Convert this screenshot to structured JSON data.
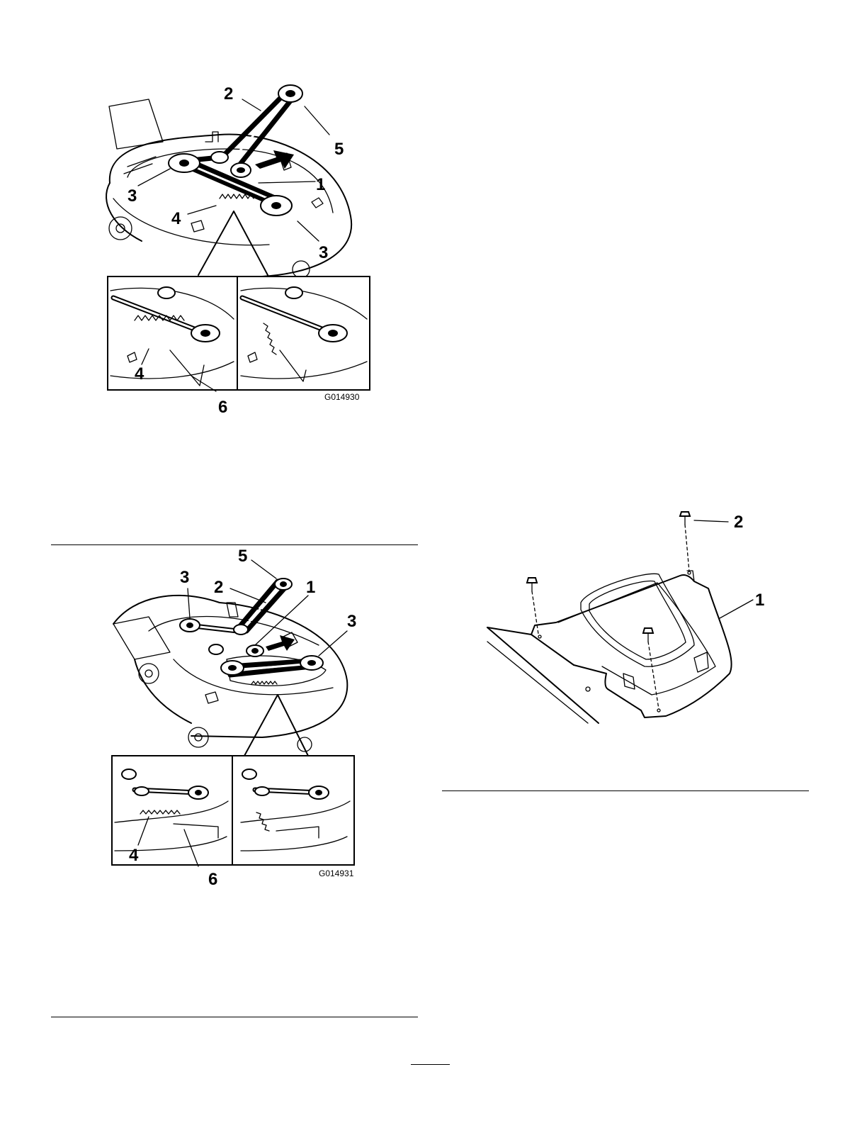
{
  "figures": [
    {
      "code": "G014930",
      "callouts": {
        "c1": "1",
        "c2": "2",
        "c3a": "3",
        "c3b": "3",
        "c4a": "4",
        "c4b": "4",
        "c5": "5",
        "c6": "6"
      }
    },
    {
      "code": "G014931",
      "callouts": {
        "c1": "1",
        "c2": "2",
        "c3a": "3",
        "c3b": "3",
        "c4": "4",
        "c5": "5",
        "c6": "6"
      }
    },
    {
      "code": "",
      "callouts": {
        "c1": "1",
        "c2": "2"
      }
    }
  ]
}
